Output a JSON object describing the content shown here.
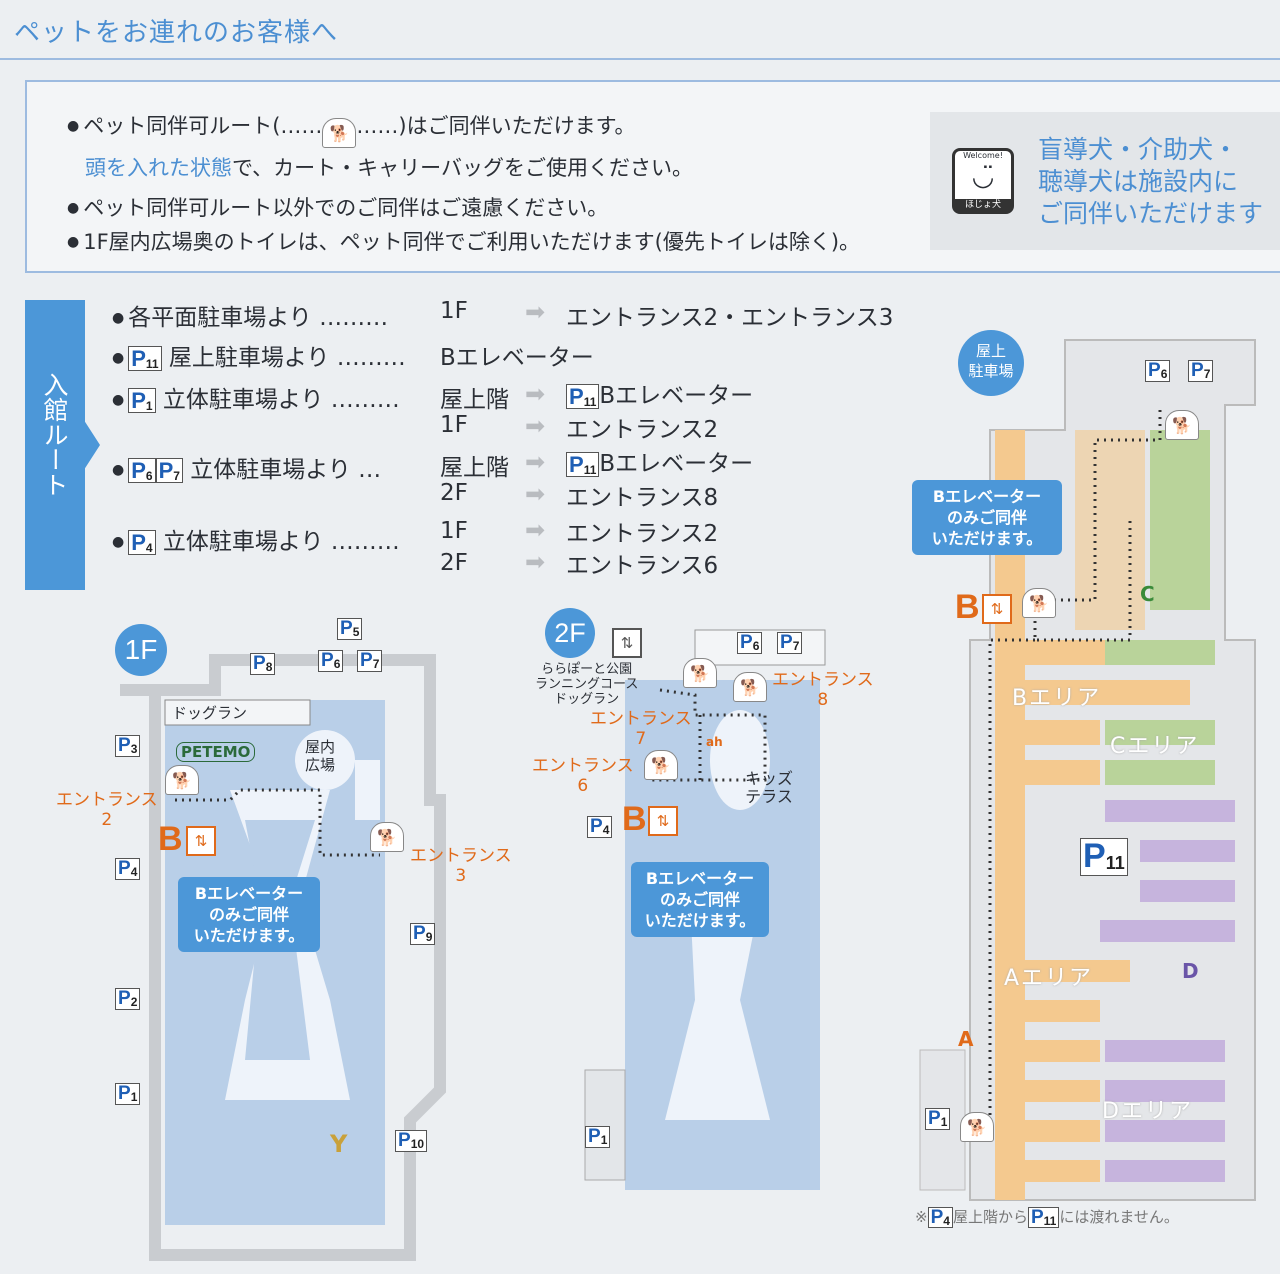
{
  "header": {
    "title": "ペットをお連れのお客様へ"
  },
  "notice": {
    "line1_a": "ペット同伴可ルート(……",
    "line1_b": "……)はご同伴いただけます。",
    "line2_blue": "頭を入れた状態",
    "line2_rest": "で、カート・キャリーバッグをご使用ください。",
    "line3": "ペット同伴可ルート以外でのご同伴はご遠慮ください。",
    "line4": "1F屋内広場奥のトイレは、ペット同伴でご利用いただけます(優先トイレは除く)。"
  },
  "service_dogs": {
    "icon_top": "Welcome!",
    "icon_label": "ほじょ犬",
    "text": [
      "盲導犬・介助犬・",
      "聴導犬は施設内に",
      "ご同伴いただけます"
    ]
  },
  "entry_route": {
    "tab_label": "入館ルート",
    "parking_letter": "P",
    "rows": [
      {
        "from": "各平面駐車場より ………",
        "floor": "1F",
        "to": "エントランス2・エントランス3"
      },
      {
        "badge": "11",
        "from": "屋上駐車場より ………",
        "floor": "Bエレベーター"
      },
      {
        "badge": "1",
        "from": "立体駐車場より ………",
        "floor": "屋上階",
        "to_badge": "11",
        "to": "Bエレベーター",
        "floor2": "1F",
        "to2": "エントランス2"
      },
      {
        "badges": [
          "6",
          "7"
        ],
        "from": "立体駐車場より …",
        "floor": "屋上階",
        "to_badge": "11",
        "to": "Bエレベーター",
        "floor2": "2F",
        "to2": "エントランス8"
      },
      {
        "badge": "4",
        "from": "立体駐車場より ………",
        "floor": "1F",
        "to": "エントランス2",
        "floor2": "2F",
        "to2": "エントランス6"
      }
    ]
  },
  "map_1f": {
    "floor": "1F",
    "dog_run": "ドッグラン",
    "petemo": "PETEMO",
    "plaza": "屋内\n広場",
    "entrance2": "エントランス",
    "entrance2_no": "2",
    "entrance3": "エントランス",
    "entrance3_no": "3",
    "elevator": "B",
    "callout": [
      "Bエレベーター",
      "のみご同伴",
      "いただけます。"
    ],
    "store": "Y",
    "parking": [
      "5",
      "8",
      "6",
      "7",
      "3",
      "4",
      "9",
      "2",
      "1",
      "10"
    ]
  },
  "map_2f": {
    "floor": "2F",
    "park_text": [
      "ららぽーと公園",
      "ランニングコース",
      "ドッグラン"
    ],
    "entrance8": "エントランス",
    "entrance8_no": "8",
    "entrance7": "エントランス",
    "entrance7_no": "7",
    "entrance6": "エントランス",
    "entrance6_no": "6",
    "kids": [
      "キッズ",
      "テラス"
    ],
    "ah": "ah",
    "elevator": "B",
    "callout": [
      "Bエレベーター",
      "のみご同伴",
      "いただけます。"
    ],
    "parking": [
      "6",
      "7",
      "4",
      "1"
    ]
  },
  "map_roof": {
    "title": [
      "屋上",
      "駐車場"
    ],
    "callout": [
      "Bエレベーター",
      "のみご同伴",
      "いただけます。"
    ],
    "elevator_b": "B",
    "elevator_c": "C",
    "elevator_d": "D",
    "elevator_a": "A",
    "areas": {
      "b": "Bエリア",
      "c": "Cエリア",
      "a": "Aエリア",
      "d": "Dエリア"
    },
    "parking": [
      "6",
      "7",
      "11",
      "1"
    ]
  },
  "footnote": {
    "mark": "※",
    "p_from": "4",
    "text1": "屋上階から",
    "p_to": "11",
    "text2": "には渡れません。"
  },
  "colors": {
    "accent": "#4c97d8",
    "orange": "#e06a1a",
    "area_a": "#f4c98f",
    "area_c": "#b9d39a",
    "area_d": "#c6b4dd"
  }
}
